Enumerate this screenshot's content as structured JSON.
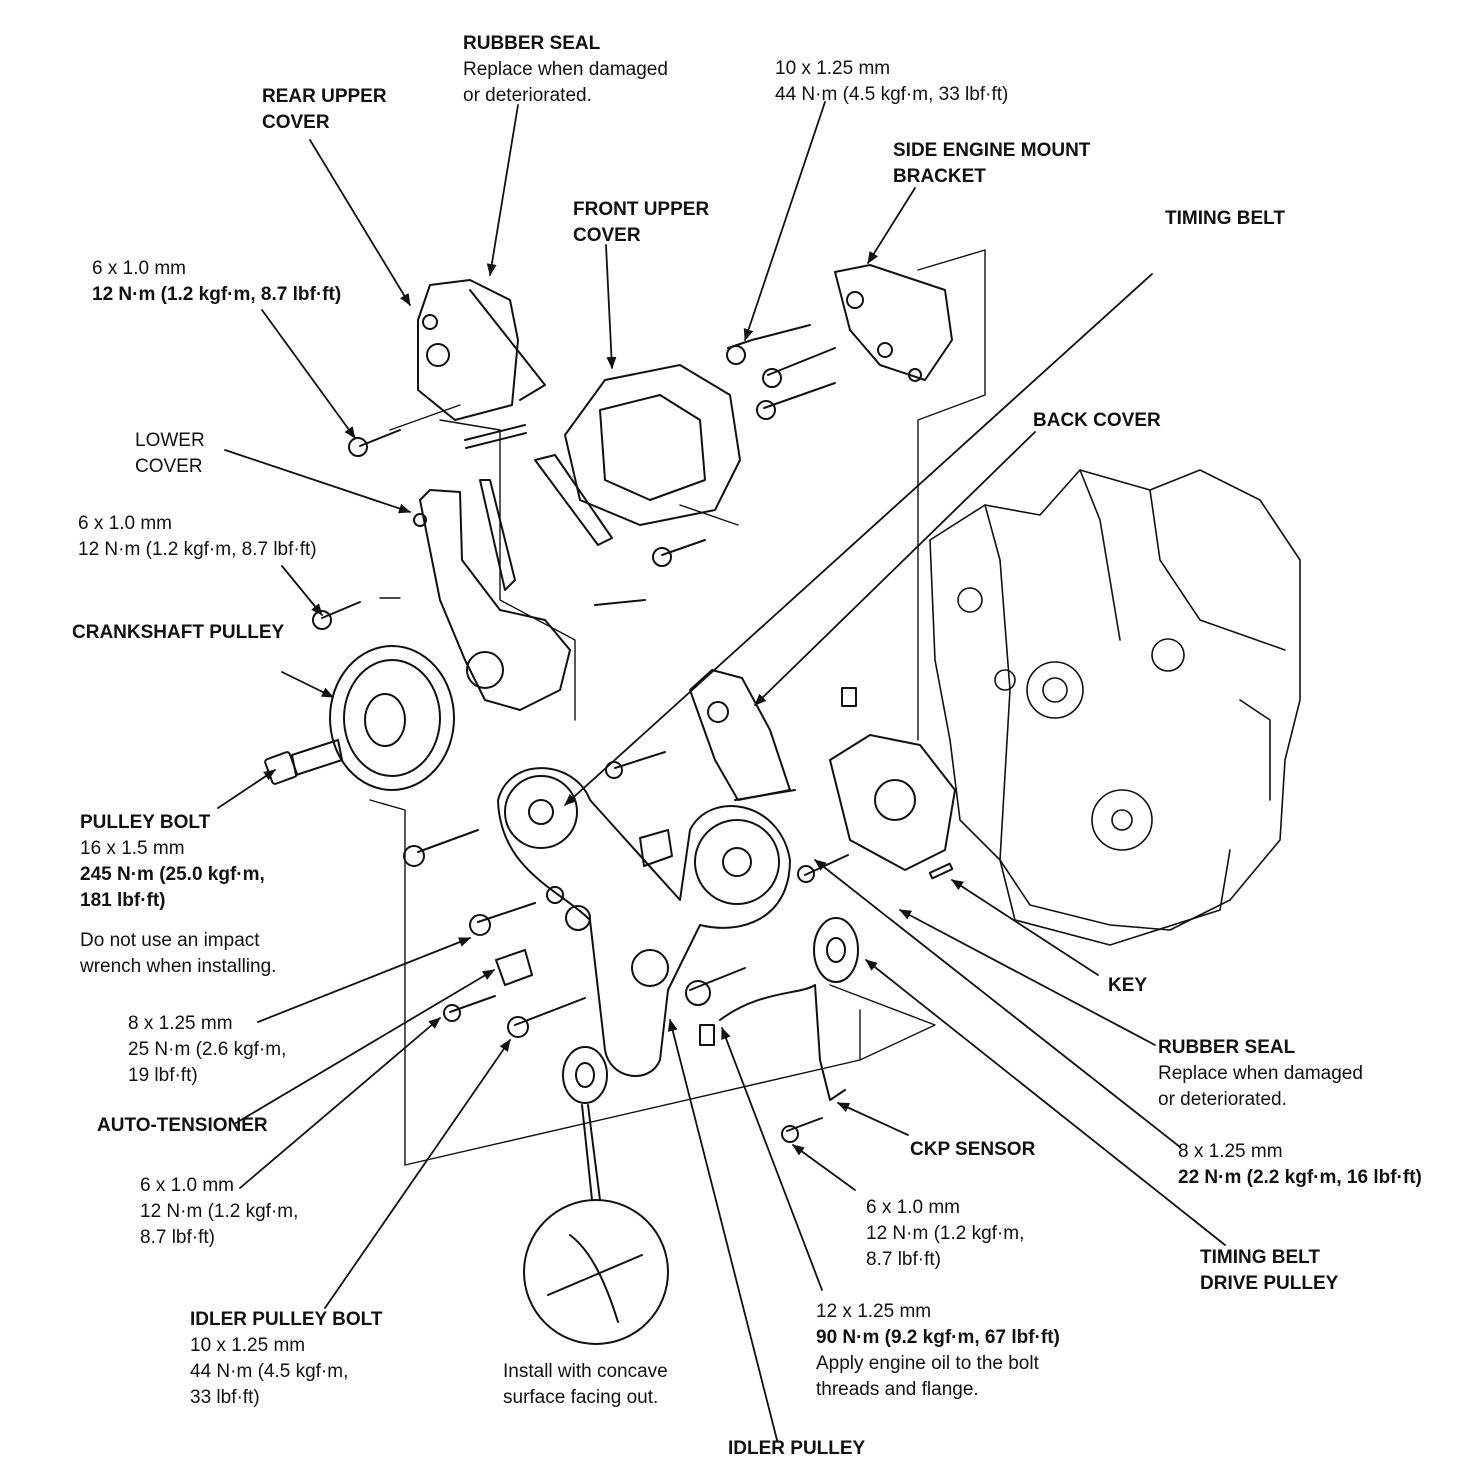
{
  "colors": {
    "ink": "#111111",
    "paper": "#ffffff"
  },
  "labels": {
    "rubber_seal_top": {
      "title": "RUBBER SEAL",
      "note1": "Replace when damaged",
      "note2": "or deteriorated."
    },
    "spec_10x125_top": {
      "size": "10 x 1.25 mm",
      "torque": "44 N·m (4.5 kgf·m, 33 lbf·ft)"
    },
    "rear_upper_cover": {
      "line1": "REAR UPPER",
      "line2": "COVER"
    },
    "side_engine_mount": {
      "line1": "SIDE ENGINE MOUNT",
      "line2": "BRACKET"
    },
    "front_upper_cover": {
      "line1": "FRONT UPPER",
      "line2": "COVER"
    },
    "timing_belt": "TIMING BELT",
    "spec_6x10_a": {
      "size": "6 x 1.0 mm",
      "torque": "12 N·m (1.2 kgf·m, 8.7 lbf·ft)"
    },
    "back_cover": "BACK COVER",
    "lower_cover": {
      "line1": "LOWER",
      "line2": "COVER"
    },
    "spec_6x10_b": {
      "size": "6 x 1.0 mm",
      "torque": "12 N·m (1.2 kgf·m, 8.7 lbf·ft)"
    },
    "crankshaft_pulley": "CRANKSHAFT PULLEY",
    "pulley_bolt": {
      "title": "PULLEY BOLT",
      "size": "16 x 1.5 mm",
      "torque1": "245 N·m (25.0 kgf·m,",
      "torque2": "181 lbf·ft)",
      "note1": "Do not use an impact",
      "note2": "wrench when installing."
    },
    "spec_8x125_left": {
      "size": "8 x 1.25 mm",
      "torque1": "25 N·m (2.6 kgf·m,",
      "torque2": "19 lbf·ft)"
    },
    "auto_tensioner": "AUTO-TENSIONER",
    "spec_6x10_c": {
      "size": "6 x 1.0 mm",
      "torque1": "12 N·m (1.2 kgf·m,",
      "torque2": "8.7 lbf·ft)"
    },
    "idler_pulley_bolt": {
      "title": "IDLER PULLEY BOLT",
      "size": "10 x 1.25 mm",
      "torque1": "44 N·m (4.5 kgf·m,",
      "torque2": "33 lbf·ft)"
    },
    "concave_note": {
      "line1": "Install with concave",
      "line2": "surface facing out."
    },
    "idler_pulley": "IDLER PULLEY",
    "spec_12x125": {
      "size": "12 x 1.25 mm",
      "torque": "90 N·m (9.2 kgf·m, 67 lbf·ft)",
      "note1": "Apply engine oil to the bolt",
      "note2": "threads and flange."
    },
    "spec_6x10_d": {
      "size": "6 x 1.0 mm",
      "torque1": "12 N·m (1.2 kgf·m,",
      "torque2": "8.7 lbf·ft)"
    },
    "ckp_sensor": "CKP SENSOR",
    "key": "KEY",
    "rubber_seal_right": {
      "title": "RUBBER SEAL",
      "note1": "Replace when damaged",
      "note2": "or deteriorated."
    },
    "spec_8x125_right": {
      "size": "8 x 1.25 mm",
      "torque": "22 N·m (2.2 kgf·m, 16 lbf·ft)"
    },
    "timing_belt_drive_pulley": {
      "line1": "TIMING BELT",
      "line2": "DRIVE PULLEY"
    }
  }
}
